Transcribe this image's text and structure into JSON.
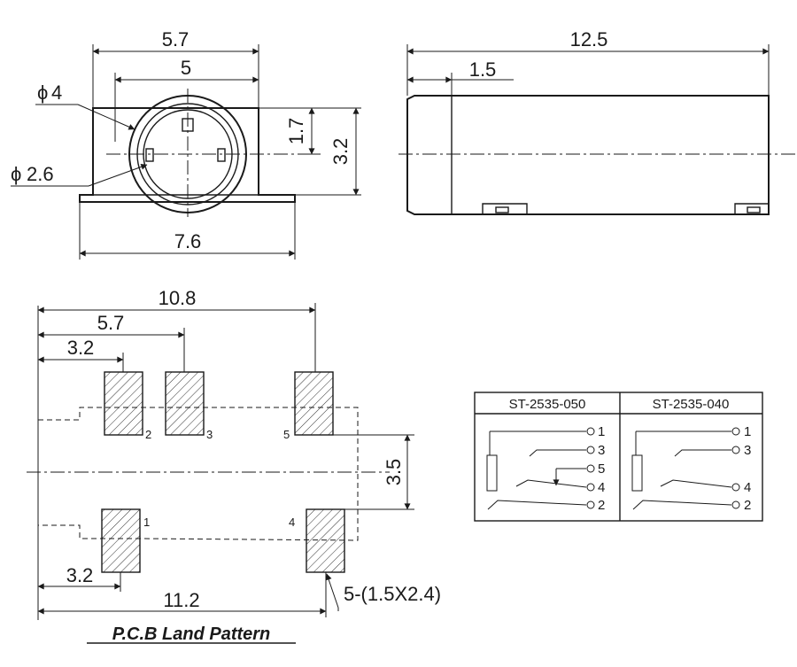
{
  "front_view": {
    "width_outer": "5.7",
    "width_inner": "5",
    "dia_outer": "4",
    "dia_inner": "2.6",
    "center_height": "1.7",
    "body_height": "3.2",
    "base_width": "7.6",
    "phi_symbol": "ϕ"
  },
  "side_view": {
    "length": "12.5",
    "step": "1.5"
  },
  "pcb": {
    "title": "P.C.B Land Pattern",
    "dim_108": "10.8",
    "dim_57": "5.7",
    "dim_32_top": "3.2",
    "dim_35": "3.5",
    "dim_32_bottom": "3.2",
    "dim_112": "11.2",
    "pad_spec": "5-(1.5X2.4)",
    "pads": [
      {
        "id": "1",
        "label": "1"
      },
      {
        "id": "2",
        "label": "2"
      },
      {
        "id": "3",
        "label": "3"
      },
      {
        "id": "4",
        "label": "4"
      },
      {
        "id": "5",
        "label": "5"
      }
    ]
  },
  "schematic_table": {
    "columns": [
      "ST-2535-050",
      "ST-2535-040"
    ],
    "left_pins": [
      "1",
      "3",
      "5",
      "4",
      "2"
    ],
    "right_pins": [
      "1",
      "3",
      "4",
      "2"
    ]
  }
}
